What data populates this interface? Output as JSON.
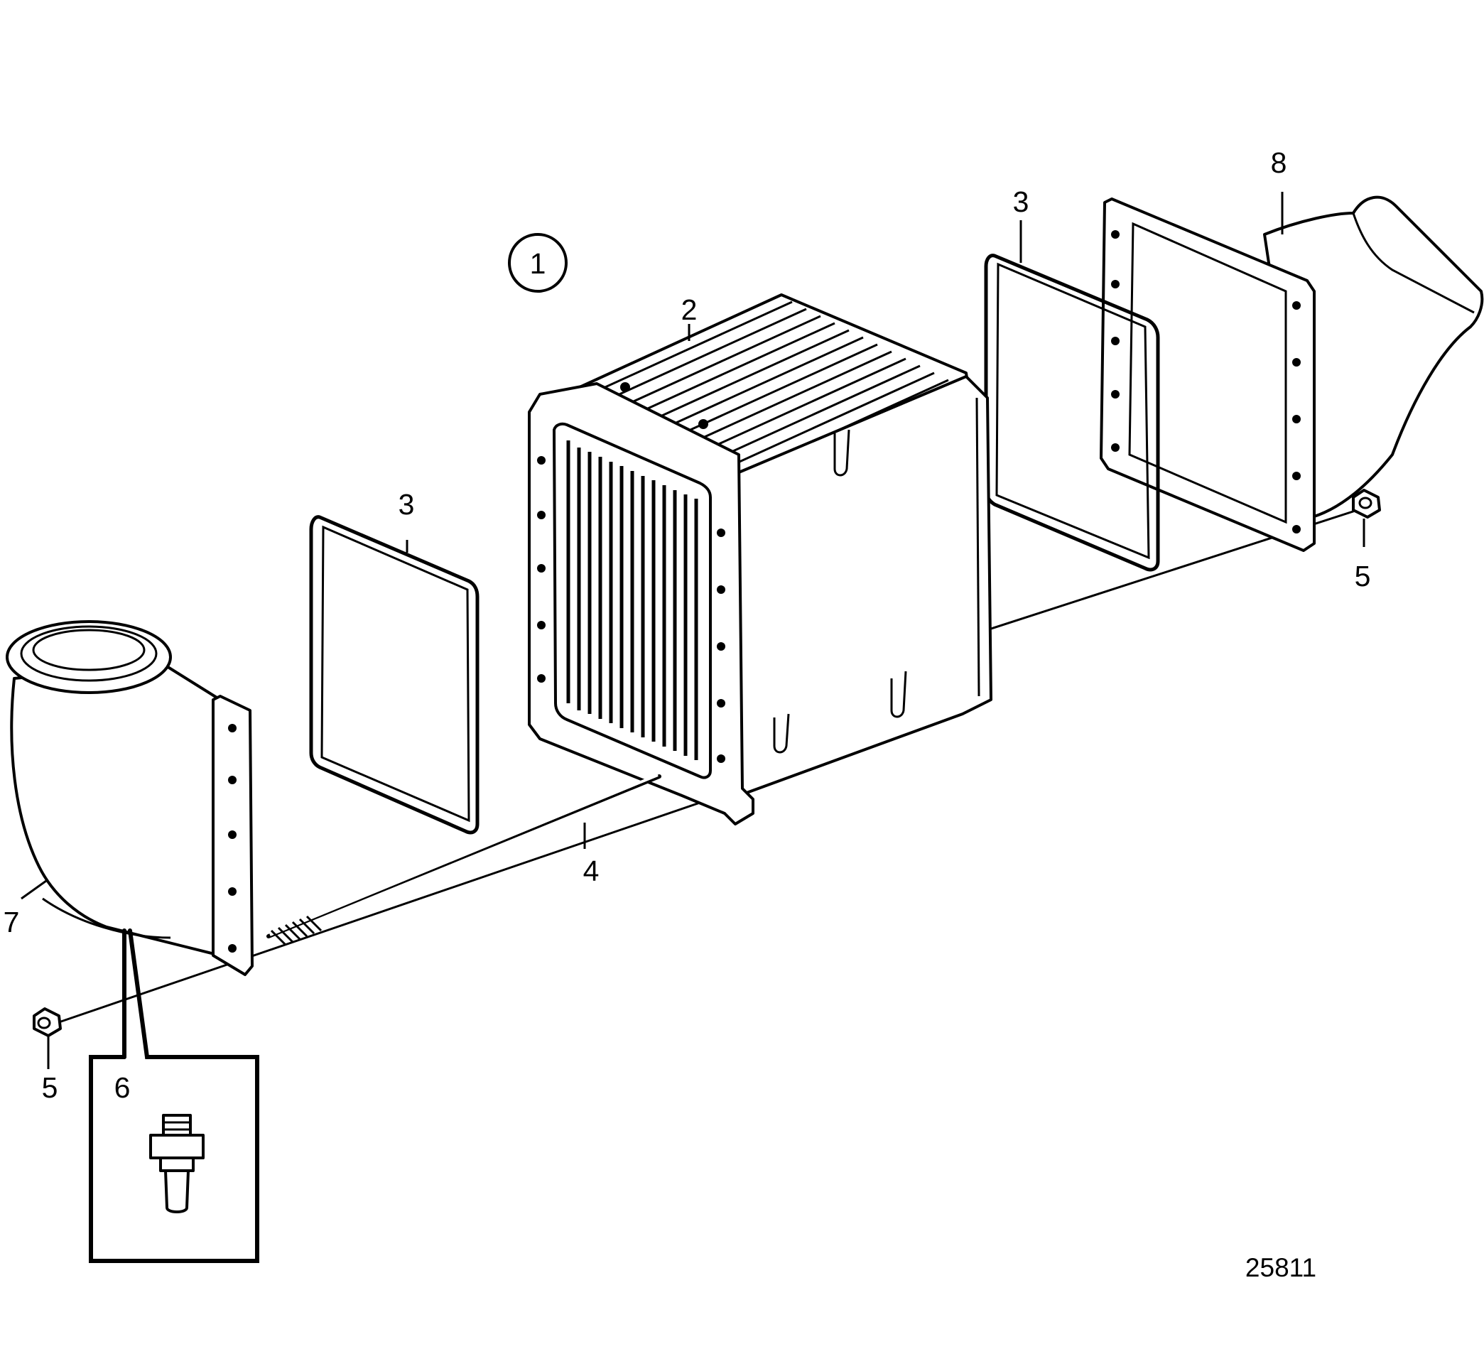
{
  "diagram": {
    "figure_number": "25811",
    "assembly_callout": "1",
    "callouts": [
      "2",
      "3",
      "3",
      "4",
      "5",
      "5",
      "6",
      "7",
      "8"
    ]
  }
}
